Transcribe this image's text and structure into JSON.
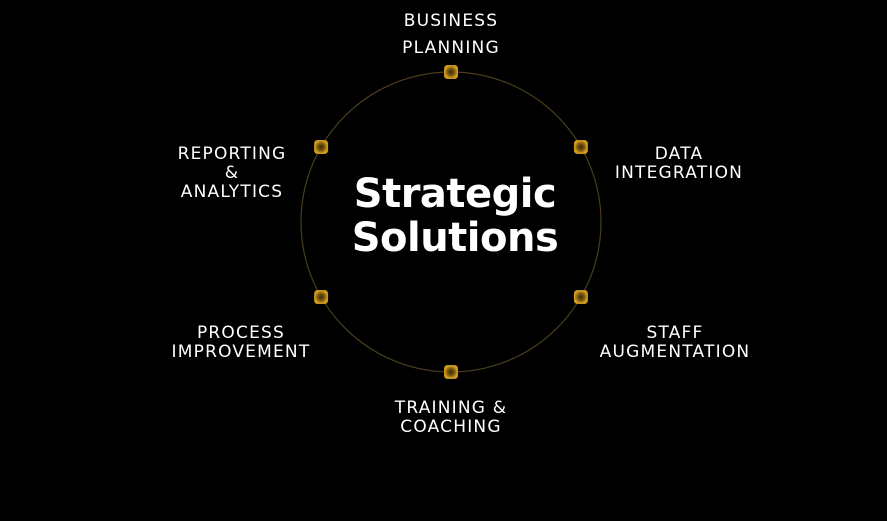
{
  "center": {
    "line1": "Strategic",
    "line2": "Solutions"
  },
  "nodes": [
    {
      "id": "business-planning",
      "lines": [
        "BUSINESS",
        "PLANNING"
      ]
    },
    {
      "id": "data-integration",
      "lines": [
        "DATA",
        "INTEGRATION"
      ]
    },
    {
      "id": "staff-augmentation",
      "lines": [
        "STAFF",
        "AUGMENTATION"
      ]
    },
    {
      "id": "training-coaching",
      "lines": [
        "TRAINING &",
        "COACHING"
      ]
    },
    {
      "id": "process-improvement",
      "lines": [
        "PROCESS",
        "IMPROVEMENT"
      ]
    },
    {
      "id": "reporting-analytics",
      "lines": [
        "REPORTING",
        "&",
        "ANALYTICS"
      ]
    }
  ],
  "colors": {
    "background": "#000000",
    "text": "#ffffff",
    "ring": "#4a3d1c",
    "node_accent": "#c9941a"
  }
}
